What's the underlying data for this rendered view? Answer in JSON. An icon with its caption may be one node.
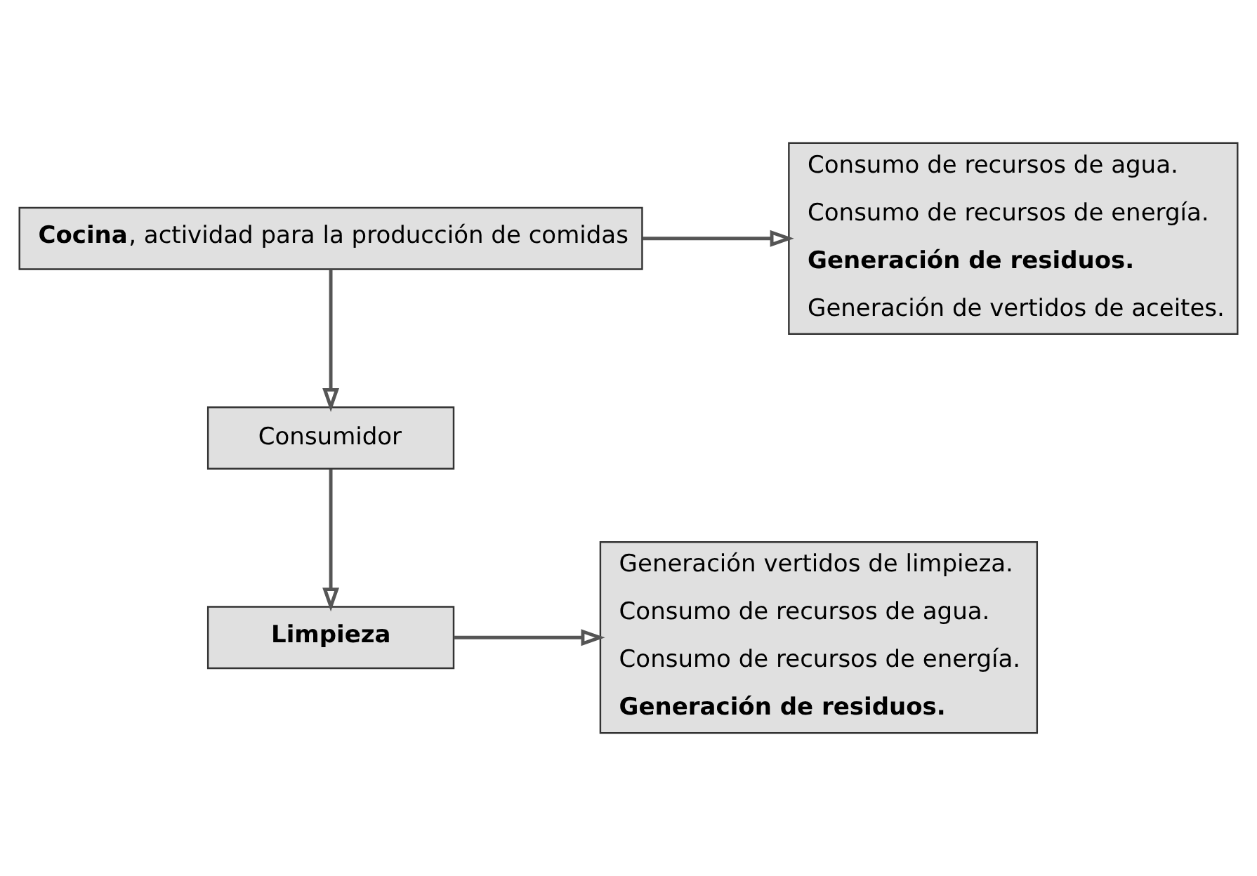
{
  "diagram": {
    "nodes": [
      {
        "text": [
          "**Cocina**, actividad para la producción de comidas"
        ]
      },
      {
        "text": [
          "Consumo de recursos de agua.",
          "Consumo de recursos de energía.",
          "**Generación de residuos.**",
          "Generación de vertidos de aceites."
        ]
      },
      {
        "text": [
          "Consumidor"
        ]
      },
      {
        "text": [
          "Limpieza"
        ]
      },
      {
        "text": [
          "Generación vertidos de limpieza.",
          "Consumo de recursos de agua.",
          "Consumo de recursos de energía.",
          "**Generación de residuos.**"
        ]
      }
    ],
    "edges": [
      {
        "from": 0,
        "to": 1,
        "arrow": "to"
      },
      {
        "from": 0,
        "to": 2,
        "arrow": "to"
      },
      {
        "from": 2,
        "to": 3,
        "arrow": "to"
      },
      {
        "from": 3,
        "to": 4,
        "arrow": "to"
      }
    ]
  }
}
